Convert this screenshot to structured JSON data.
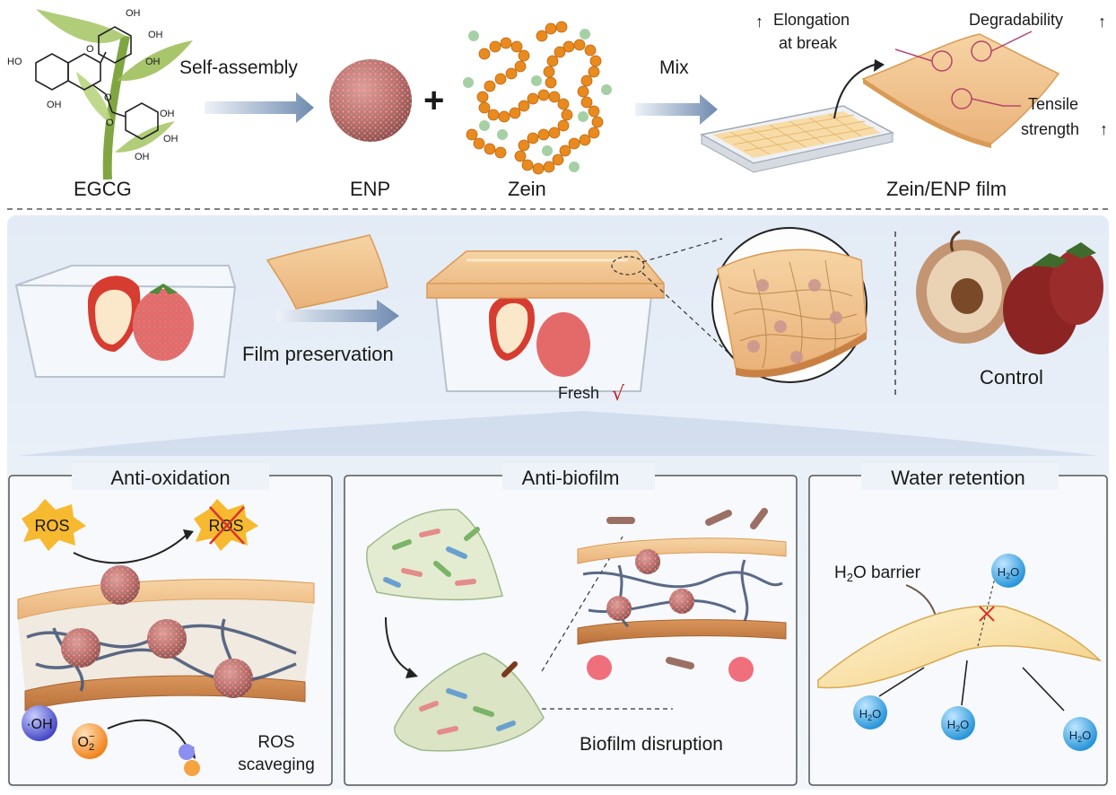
{
  "top": {
    "egcg_label": "EGCG",
    "self_assembly_label": "Self-assembly",
    "enp_label": "ENP",
    "plus": "+",
    "zein_label": "Zein",
    "mix_label": "Mix",
    "film_label": "Zein/ENP film",
    "elongation_line1": "Elongation",
    "elongation_line2": "at break",
    "degradability": "Degradability",
    "tensile_line1": "Tensile",
    "tensile_line2": "strength",
    "up_arrow": "↑",
    "chem_labels": [
      "OH",
      "OH",
      "OH",
      "HO",
      "OH",
      "O",
      "O",
      "O",
      "OH",
      "OH",
      "OH"
    ]
  },
  "middle": {
    "film_preservation": "Film preservation",
    "fresh_label": "Fresh",
    "check_mark": "√",
    "control_label": "Control"
  },
  "panels": {
    "anti_oxidation": {
      "title": "Anti-oxidation",
      "ros": "ROS",
      "ros_struck": "ROS",
      "hydroxyl": "·OH",
      "superoxide": "O",
      "superoxide_sub": "2",
      "superoxide_sup": "−",
      "scavenging_line1": "ROS",
      "scavenging_line2": "scaveging"
    },
    "anti_biofilm": {
      "title": "Anti-biofilm",
      "disruption": "Biofilm disruption"
    },
    "water_retention": {
      "title": "Water retention",
      "barrier_h": "H",
      "barrier_sub": "2",
      "barrier_rest": "O barrier",
      "h2o_h": "H",
      "h2o_sub": "2",
      "h2o_o": "O"
    }
  },
  "colors": {
    "film": "#f2c58a",
    "film_edge": "#d99a55",
    "zein": "#e98a1f",
    "zein_dot": "#9ccb9c",
    "arrow": "#8ea6c4",
    "panel_bg": "#e8eef7",
    "water": "#3aa7e6",
    "hydroxyl": "#5a5fd6",
    "superoxide": "#f49a3a",
    "ros": "#f6b930",
    "cross": "#d9342b"
  }
}
